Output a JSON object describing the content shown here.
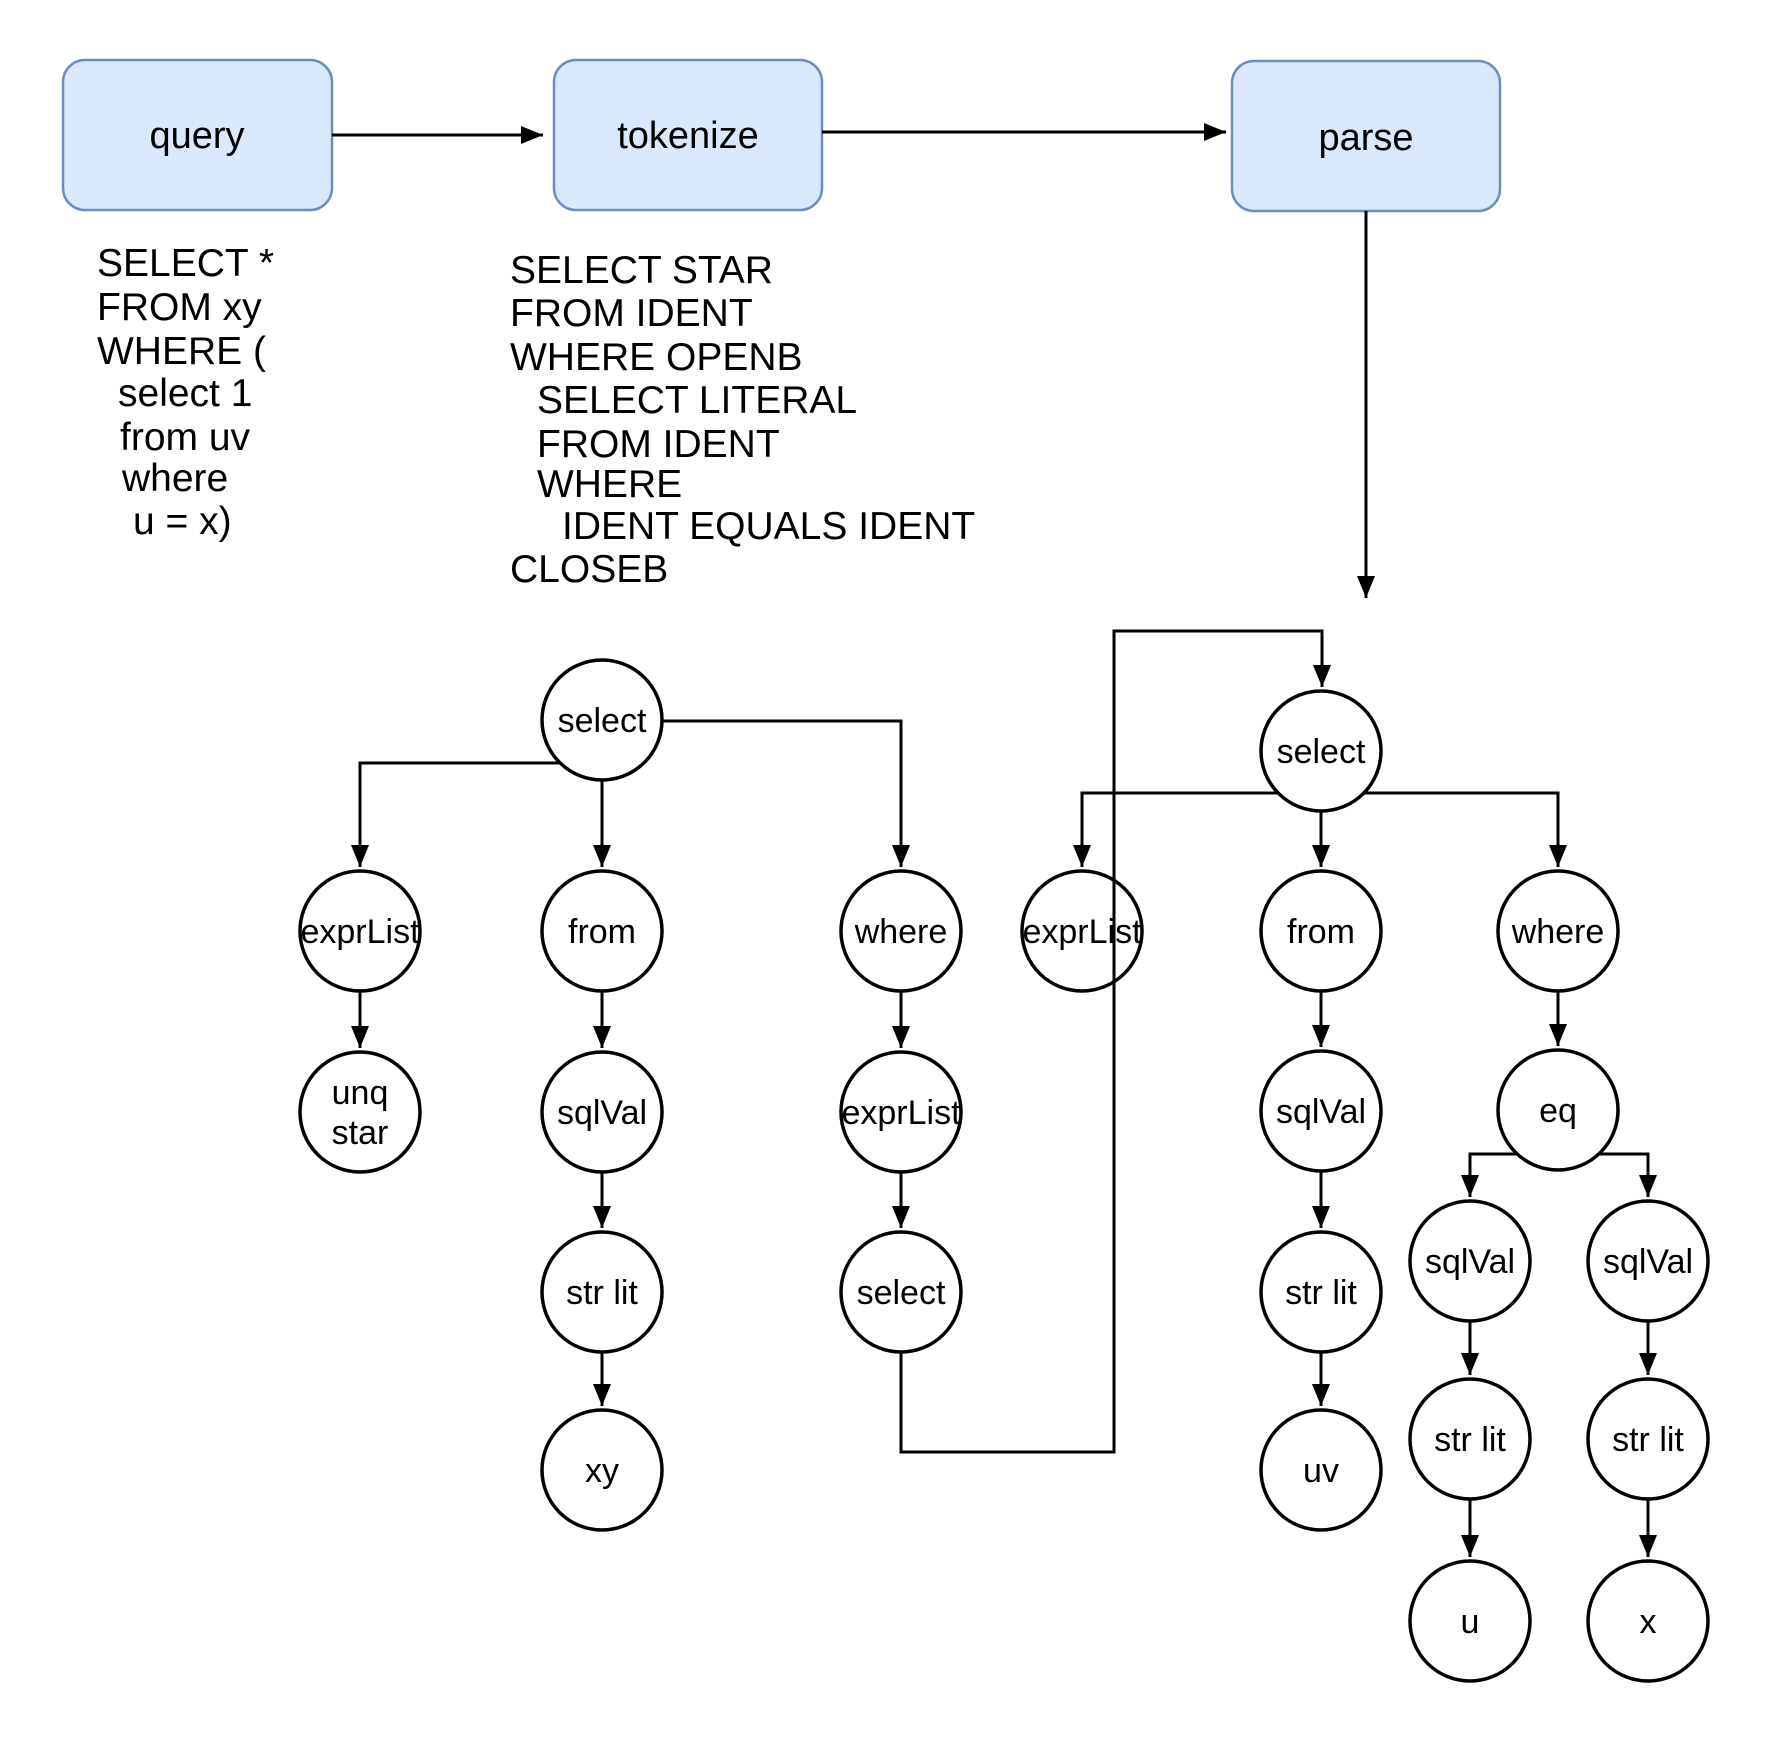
{
  "colors": {
    "box_fill": "#dae8fc",
    "box_stroke": "#6c8ebf",
    "line": "#000000",
    "text": "#000000"
  },
  "pipeline": {
    "query_label": "query",
    "tokenize_label": "tokenize",
    "parse_label": "parse"
  },
  "query_code": {
    "lines": [
      "SELECT *",
      "FROM xy",
      "WHERE (",
      "select 1",
      "from uv",
      "where",
      "u = x)"
    ]
  },
  "token_code": {
    "lines": [
      "SELECT STAR",
      "FROM IDENT",
      "WHERE OPENB",
      "SELECT LITERAL",
      "FROM IDENT",
      "WHERE",
      "IDENT EQUALS IDENT",
      "CLOSEB"
    ]
  },
  "left_tree": {
    "nodes": {
      "root": "select",
      "expr_list": "exprList",
      "from": "from",
      "where": "where",
      "unq_line1": "unq",
      "unq_line2": "star",
      "sql_val": "sqlVal",
      "expr_list_2": "exprList",
      "str_lit": "str lit",
      "sub_select": "select",
      "table": "xy"
    }
  },
  "right_tree": {
    "nodes": {
      "root": "select",
      "expr_list": "exprList",
      "from": "from",
      "where": "where",
      "sql_val": "sqlVal",
      "eq": "eq",
      "str_lit": "str lit",
      "table": "uv",
      "sql_val_l": "sqlVal",
      "sql_val_r": "sqlVal",
      "str_lit_l": "str lit",
      "str_lit_r": "str lit",
      "ident_l": "u",
      "ident_r": "x"
    }
  }
}
